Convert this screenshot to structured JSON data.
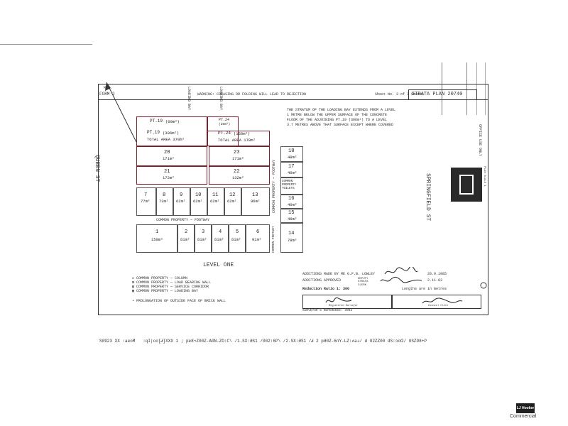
{
  "header": {
    "form": "FORM 2",
    "warning": "WARNING: CREASING OR FOLDING WILL LEAD TO REJECTION",
    "sheet": "Sheet No. 3 of 3 Sheets",
    "plan_title": "STRATA PLAN 20740",
    "office_use": "OFFICE USE ONLY"
  },
  "note": {
    "lines": [
      "THE STRATUM OF THE LOADING BAY EXTENDS FROM A LEVEL",
      "1 METRE BELOW THE UPPER SURFACE OF THE CONCRETE",
      "FLOOR OF THE ADJOINING PT.19 (306m²) TO A LEVEL",
      "3.7 METRES ABOVE THAT SURFACE EXCEPT WHERE COVERED"
    ]
  },
  "north": "M.G.",
  "street_left": "QUEEN ST",
  "street_right": "SPRINGFIELD ST",
  "bays": [
    "LOADING BAY",
    "LOADING BAY"
  ],
  "lots": [
    {
      "num": "PT.19",
      "area": "(60m²)"
    },
    {
      "num": "PT.19",
      "area": "(306m²)",
      "total": "TOTAL AREA 370m²"
    },
    {
      "num": "PT.24",
      "area": "(28m²)"
    },
    {
      "num": "PT.24",
      "area": "(150m²)",
      "total": "TOTAL AREA 178m²"
    },
    {
      "num": "20",
      "area": "171m²"
    },
    {
      "num": "21",
      "area": "172m²"
    },
    {
      "num": "23",
      "area": "171m²"
    },
    {
      "num": "22",
      "area": "132m²"
    },
    {
      "num": "18",
      "area": "48m²"
    },
    {
      "num": "17",
      "area": "46m²"
    },
    {
      "num": "16",
      "area": "46m²"
    },
    {
      "num": "15",
      "area": "46m²"
    },
    {
      "num": "14",
      "area": "78m²"
    },
    {
      "num": "7",
      "area": "77m²"
    },
    {
      "num": "8",
      "area": "73m²"
    },
    {
      "num": "9",
      "area": "62m²"
    },
    {
      "num": "10",
      "area": "62m²"
    },
    {
      "num": "11",
      "area": "62m²"
    },
    {
      "num": "12",
      "area": "62m²"
    },
    {
      "num": "13",
      "area": "96m²"
    },
    {
      "num": "1",
      "area": "150m²"
    },
    {
      "num": "2",
      "area": "61m²"
    },
    {
      "num": "3",
      "area": "61m²"
    },
    {
      "num": "4",
      "area": "61m²"
    },
    {
      "num": "5",
      "area": "61m²"
    },
    {
      "num": "6",
      "area": "91m²"
    }
  ],
  "common": {
    "footway": "COMMON PROPERTY — FOOTWAY",
    "footway_v": "COMMON PROPERTY — FOOTWAY",
    "toilets": "COMMON PROPERTY TOILETS",
    "footway_small": "COMMON FOOTWAY"
  },
  "level": "LEVEL ONE",
  "legend": [
    "◻ COMMON  PROPERTY — COLUMN",
    "⊠ COMMON  PROPERTY — LOAD BEARING WALL",
    "▨ COMMON  PROPERTY — SERVICE CORRIDOR",
    "▦ COMMON  PROPERTY — LOADING BAY",
    "• PROLONGATION OF OUTSIDE FACE OF BRICK WALL"
  ],
  "additions": {
    "line1": "ADDITIONS MADE BY ME G.F.B. LOWLEY",
    "date1": "20.9.1985",
    "line2": "ADDITIONS APPROVED",
    "clerk": "DEPUTY STRATA CLERK",
    "date2": "2.11.83"
  },
  "scale": "Reduction Ratio 1: 300",
  "lengths": "Lengths are in metres",
  "sig_labels": {
    "surveyor": "Registered Surveyor",
    "council": "Council Clerk"
  },
  "surveyor_ref": "SURVEYOR'S REFERENCE: 3002",
  "margin_note": "PLAN SCALE 1",
  "footer_text": "S0923 XX :aeoM   :qI|oo[Ꮧ]XXX 1 ; pe8¬Z00Z-A0N-ZO:C\\ /1.SX:ƏS1 /002:6P\\ /2.SX:ƏS1 /Ꮧ 2 pƏ0Z-6nY-LZ:ʌəɹ/ d 02ZZ00 dS:ɔoᗡ/ 0SZ98+P",
  "brand": {
    "logo": "LJ Hooker",
    "sub": "Commercial"
  }
}
